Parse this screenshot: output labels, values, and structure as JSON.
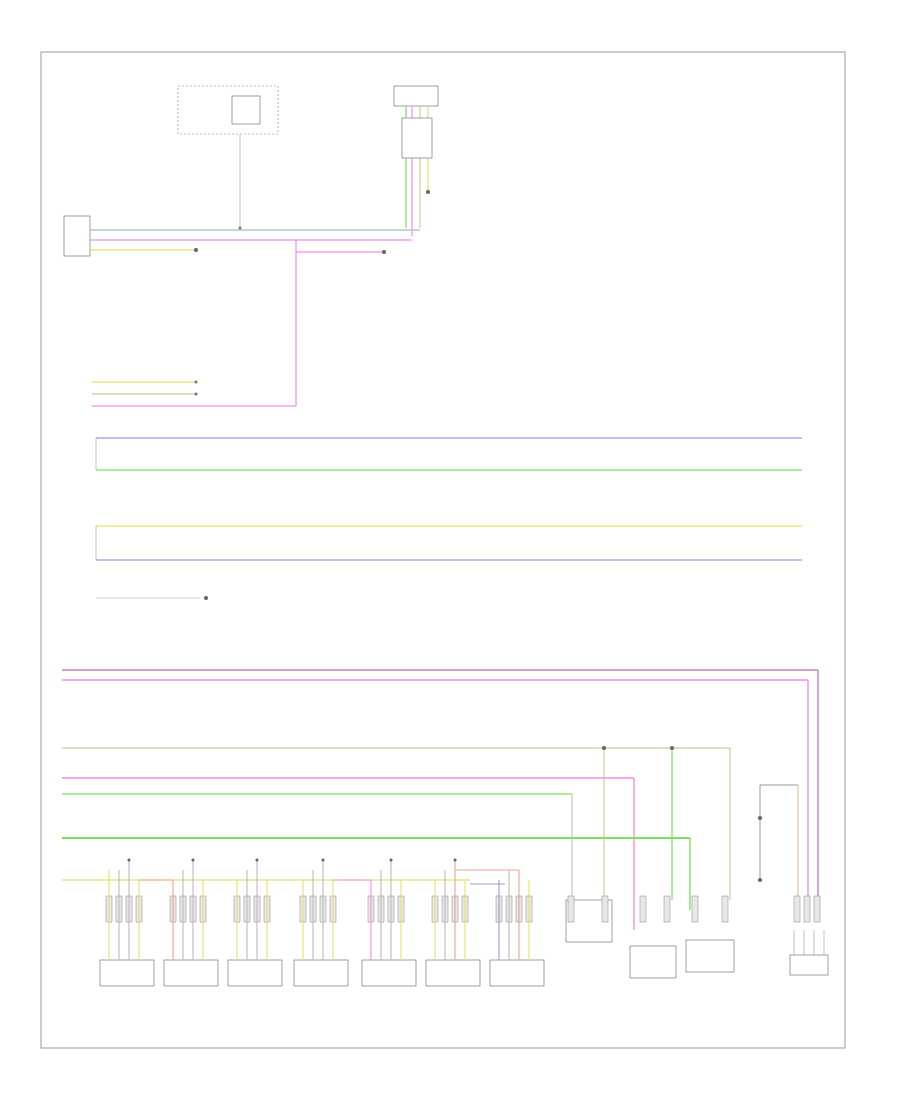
{
  "diagram": {
    "footer_code": "",
    "wire_colors": {
      "pink": "#f08ee8",
      "green": "#7ee05a",
      "yellow": "#e8df6a",
      "blue": "#9a9ad8",
      "tan": "#d8c89a",
      "gray": "#bbbbbb",
      "red": "#f0a090",
      "purple": "#c080c0"
    },
    "bottom_modules": [
      {
        "id": "m1",
        "color_pins": [
          "yellow",
          "gray",
          "gray",
          "yellow"
        ]
      },
      {
        "id": "m2",
        "color_pins": [
          "red",
          "gray",
          "gray",
          "yellow"
        ]
      },
      {
        "id": "m3",
        "color_pins": [
          "yellow",
          "gray",
          "gray",
          "yellow"
        ]
      },
      {
        "id": "m4",
        "color_pins": [
          "yellow",
          "gray",
          "gray",
          "yellow"
        ]
      },
      {
        "id": "m5",
        "color_pins": [
          "pink",
          "gray",
          "gray",
          "yellow"
        ]
      },
      {
        "id": "m6",
        "color_pins": [
          "yellow",
          "gray",
          "red",
          "yellow"
        ]
      },
      {
        "id": "m7",
        "color_pins": [
          "blue",
          "gray",
          "red",
          "yellow"
        ]
      }
    ]
  }
}
